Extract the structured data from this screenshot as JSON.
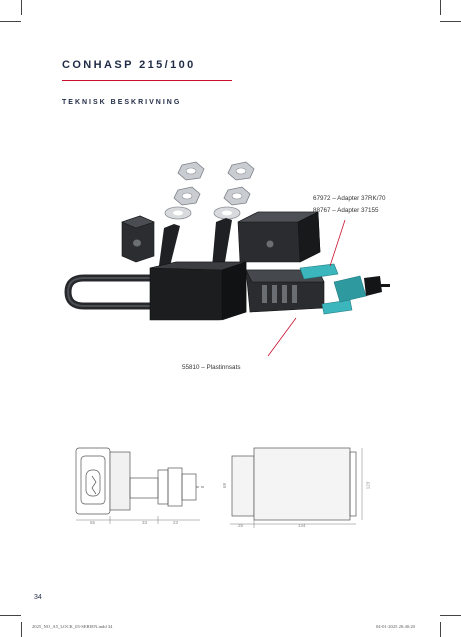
{
  "header": {
    "title": "CONHASP 215/100",
    "subtitle": "TEKNISK BESKRIVNING",
    "accent_color": "#c8102e",
    "text_color": "#1f2a44"
  },
  "callouts": {
    "adapter_1": "67972 – Adapter 37RK/70",
    "adapter_2": "88767 – Adapter 37155",
    "insert": "55810 –  Plastinnsats"
  },
  "drawing": {
    "left_dims": [
      "65",
      "33",
      "23"
    ],
    "right_dims": [
      "28",
      "144"
    ],
    "left_height": "68",
    "right_height": "123"
  },
  "footer": {
    "page_number": "34",
    "file_name": "2025_NO_A5_LOCK_03-SERIEN.indd   34",
    "timestamp": "04-01-2025   20:40:20"
  }
}
